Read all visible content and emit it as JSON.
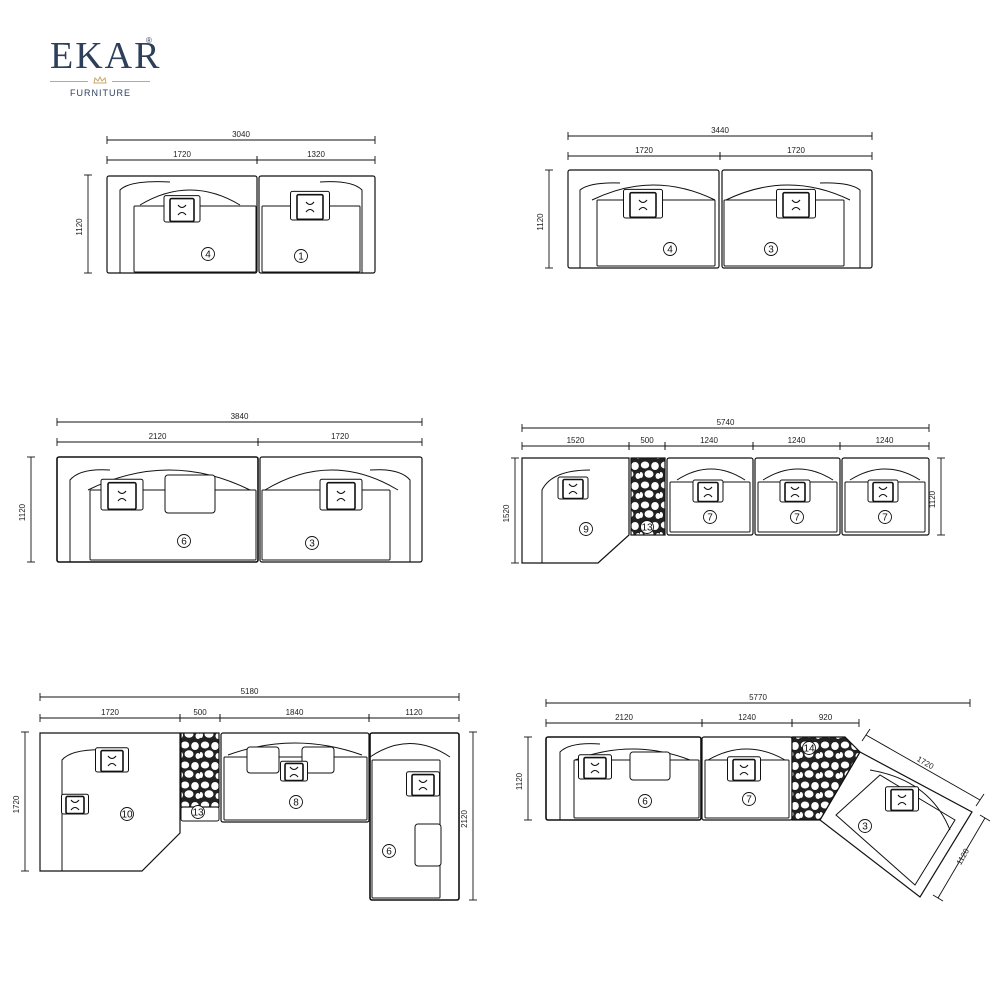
{
  "brand": {
    "name": "EKAR",
    "reg": "®",
    "sub": "FURNITURE",
    "color": "#2d3f5b",
    "accent": "#c9a86a"
  },
  "layouts": [
    {
      "id": "layout-1",
      "total": "3040",
      "segments": [
        "1720",
        "1320"
      ],
      "depth": "1120",
      "modules": [
        "4",
        "1"
      ]
    },
    {
      "id": "layout-2",
      "total": "3440",
      "segments": [
        "1720",
        "1720"
      ],
      "depth": "1120",
      "modules": [
        "4",
        "3"
      ]
    },
    {
      "id": "layout-3",
      "total": "3840",
      "segments": [
        "2120",
        "1720"
      ],
      "depth": "1120",
      "modules": [
        "6",
        "3"
      ]
    },
    {
      "id": "layout-4",
      "total": "5740",
      "segments": [
        "1520",
        "500",
        "1240",
        "1240",
        "1240"
      ],
      "depth_left": "1520",
      "depth_right": "1120",
      "modules": [
        "9",
        "13",
        "7",
        "7",
        "7"
      ]
    },
    {
      "id": "layout-5",
      "total": "5180",
      "segments": [
        "1720",
        "500",
        "1840",
        "1120"
      ],
      "depth_left": "1720",
      "depth_right": "2120",
      "modules": [
        "10",
        "13",
        "8",
        "6"
      ]
    },
    {
      "id": "layout-6",
      "total": "5770",
      "segments": [
        "2120",
        "1240",
        "920"
      ],
      "depth": "1120",
      "angled_length": "1720",
      "angled_depth": "1120",
      "modules": [
        "6",
        "7",
        "14",
        "3"
      ]
    }
  ]
}
